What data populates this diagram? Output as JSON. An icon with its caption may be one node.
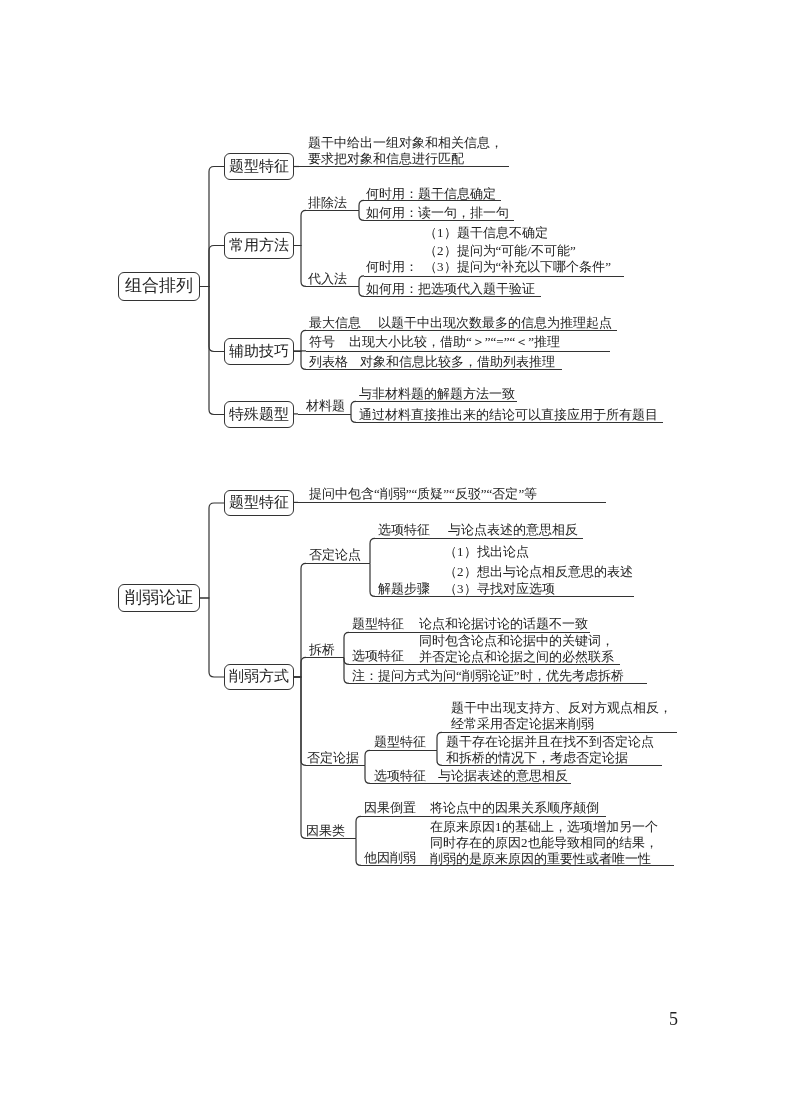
{
  "diagram": {
    "nodes": [
      {
        "text": [
          "组合排列"
        ]
      },
      {
        "text": [
          "题型特征"
        ]
      },
      {
        "text": [
          "题干中给出一组对象和相关信息，要求把对象和信息进行匹配"
        ]
      },
      {
        "text": [
          "常用方法"
        ]
      },
      {
        "text": [
          "排除法"
        ]
      },
      {
        "text": [
          "何时用：题干信息确定"
        ]
      },
      {
        "text": [
          "如何用：读一句，排一句"
        ]
      },
      {
        "text": [
          "代入法"
        ]
      },
      {
        "text": [
          "何时用：",
          "（1）题干信息不确定",
          "（2）提问为“可能/不可能”",
          "（3）提问为“补充以下哪个条件”"
        ]
      },
      {
        "text": [
          "如何用：把选项代入题干验证"
        ]
      },
      {
        "text": [
          "辅助技巧"
        ]
      },
      {
        "text": [
          "最大信息",
          "以题干中出现次数最多的信息为推理起点"
        ]
      },
      {
        "text": [
          "符号",
          "出现大小比较，借助“＞”“=”“＜”推理"
        ]
      },
      {
        "text": [
          "列表格",
          "对象和信息比较多，借助列表推理"
        ]
      },
      {
        "text": [
          "特殊题型"
        ]
      },
      {
        "text": [
          "材料题"
        ]
      },
      {
        "text": [
          "与非材料题的解题方法一致"
        ]
      },
      {
        "text": [
          "通过材料直接推出来的结论可以直接应用于所有题目"
        ]
      },
      {
        "text": [
          "削弱论证"
        ]
      },
      {
        "text": [
          "题型特征"
        ]
      },
      {
        "text": [
          "提问中包含“削弱”“质疑”“反驳”“否定”等"
        ]
      },
      {
        "text": [
          "削弱方式"
        ]
      },
      {
        "text": [
          "否定论点"
        ]
      },
      {
        "text": [
          "选项特征",
          "与论点表述的意思相反"
        ]
      },
      {
        "text": [
          "解题步骤",
          "（1）找出论点",
          "（2）想出与论点相反意思的表述",
          "（3）寻找对应选项"
        ]
      },
      {
        "text": [
          "拆桥"
        ]
      },
      {
        "text": [
          "题型特征",
          "论点和论据讨论的话题不一致"
        ]
      },
      {
        "text": [
          "选项特征",
          "同时包含论点和论据中的关键词，并否定论点和论据之间的必然联系"
        ]
      },
      {
        "text": [
          "注：提问方式为问“削弱论证”时，优先考虑拆桥"
        ]
      },
      {
        "text": [
          "否定论据"
        ]
      },
      {
        "text": [
          "题型特征"
        ]
      },
      {
        "text": [
          "题干中出现支持方、反对方观点相反，经常采用否定论据来削弱"
        ]
      },
      {
        "text": [
          "题干存在论据并且在找不到否定论点和拆桥的情况下，考虑否定论据"
        ]
      },
      {
        "text": [
          "选项特征",
          "与论据表述的意思相反"
        ]
      },
      {
        "text": [
          "因果类"
        ]
      },
      {
        "text": [
          "因果倒置",
          "将论点中的因果关系顺序颠倒"
        ]
      },
      {
        "text": [
          "他因削弱",
          "在原来原因1的基础上，选项增加另一个同时存在的原因2也能导致相同的结果，削弱的是原来原因的重要性或者唯一性"
        ]
      }
    ],
    "edges": [
      {
        "from": 0,
        "to": 1,
        "arrow": "none"
      },
      {
        "from": 1,
        "to": 2,
        "arrow": "none"
      },
      {
        "from": 0,
        "to": 3,
        "arrow": "none"
      },
      {
        "from": 3,
        "to": 4,
        "arrow": "none"
      },
      {
        "from": 4,
        "to": 5,
        "arrow": "none"
      },
      {
        "from": 4,
        "to": 6,
        "arrow": "none"
      },
      {
        "from": 3,
        "to": 7,
        "arrow": "none"
      },
      {
        "from": 7,
        "to": 8,
        "arrow": "none"
      },
      {
        "from": 7,
        "to": 9,
        "arrow": "none"
      },
      {
        "from": 0,
        "to": 10,
        "arrow": "none"
      },
      {
        "from": 10,
        "to": 11,
        "arrow": "none"
      },
      {
        "from": 10,
        "to": 12,
        "arrow": "none"
      },
      {
        "from": 10,
        "to": 13,
        "arrow": "none"
      },
      {
        "from": 0,
        "to": 14,
        "arrow": "none"
      },
      {
        "from": 14,
        "to": 15,
        "arrow": "none"
      },
      {
        "from": 15,
        "to": 16,
        "arrow": "none"
      },
      {
        "from": 15,
        "to": 17,
        "arrow": "none"
      },
      {
        "from": 18,
        "to": 19,
        "arrow": "none"
      },
      {
        "from": 19,
        "to": 20,
        "arrow": "none"
      },
      {
        "from": 18,
        "to": 21,
        "arrow": "none"
      },
      {
        "from": 21,
        "to": 22,
        "arrow": "none"
      },
      {
        "from": 22,
        "to": 23,
        "arrow": "none"
      },
      {
        "from": 22,
        "to": 24,
        "arrow": "none"
      },
      {
        "from": 21,
        "to": 25,
        "arrow": "none"
      },
      {
        "from": 25,
        "to": 26,
        "arrow": "none"
      },
      {
        "from": 25,
        "to": 27,
        "arrow": "none"
      },
      {
        "from": 25,
        "to": 28,
        "arrow": "none"
      },
      {
        "from": 21,
        "to": 29,
        "arrow": "none"
      },
      {
        "from": 29,
        "to": 30,
        "arrow": "none"
      },
      {
        "from": 30,
        "to": 31,
        "arrow": "none"
      },
      {
        "from": 30,
        "to": 32,
        "arrow": "none"
      },
      {
        "from": 29,
        "to": 33,
        "arrow": "none"
      },
      {
        "from": 21,
        "to": 34,
        "arrow": "none"
      },
      {
        "from": 34,
        "to": 35,
        "arrow": "none"
      },
      {
        "from": 34,
        "to": 36,
        "arrow": "none"
      }
    ],
    "labels": [
      "5"
    ]
  }
}
